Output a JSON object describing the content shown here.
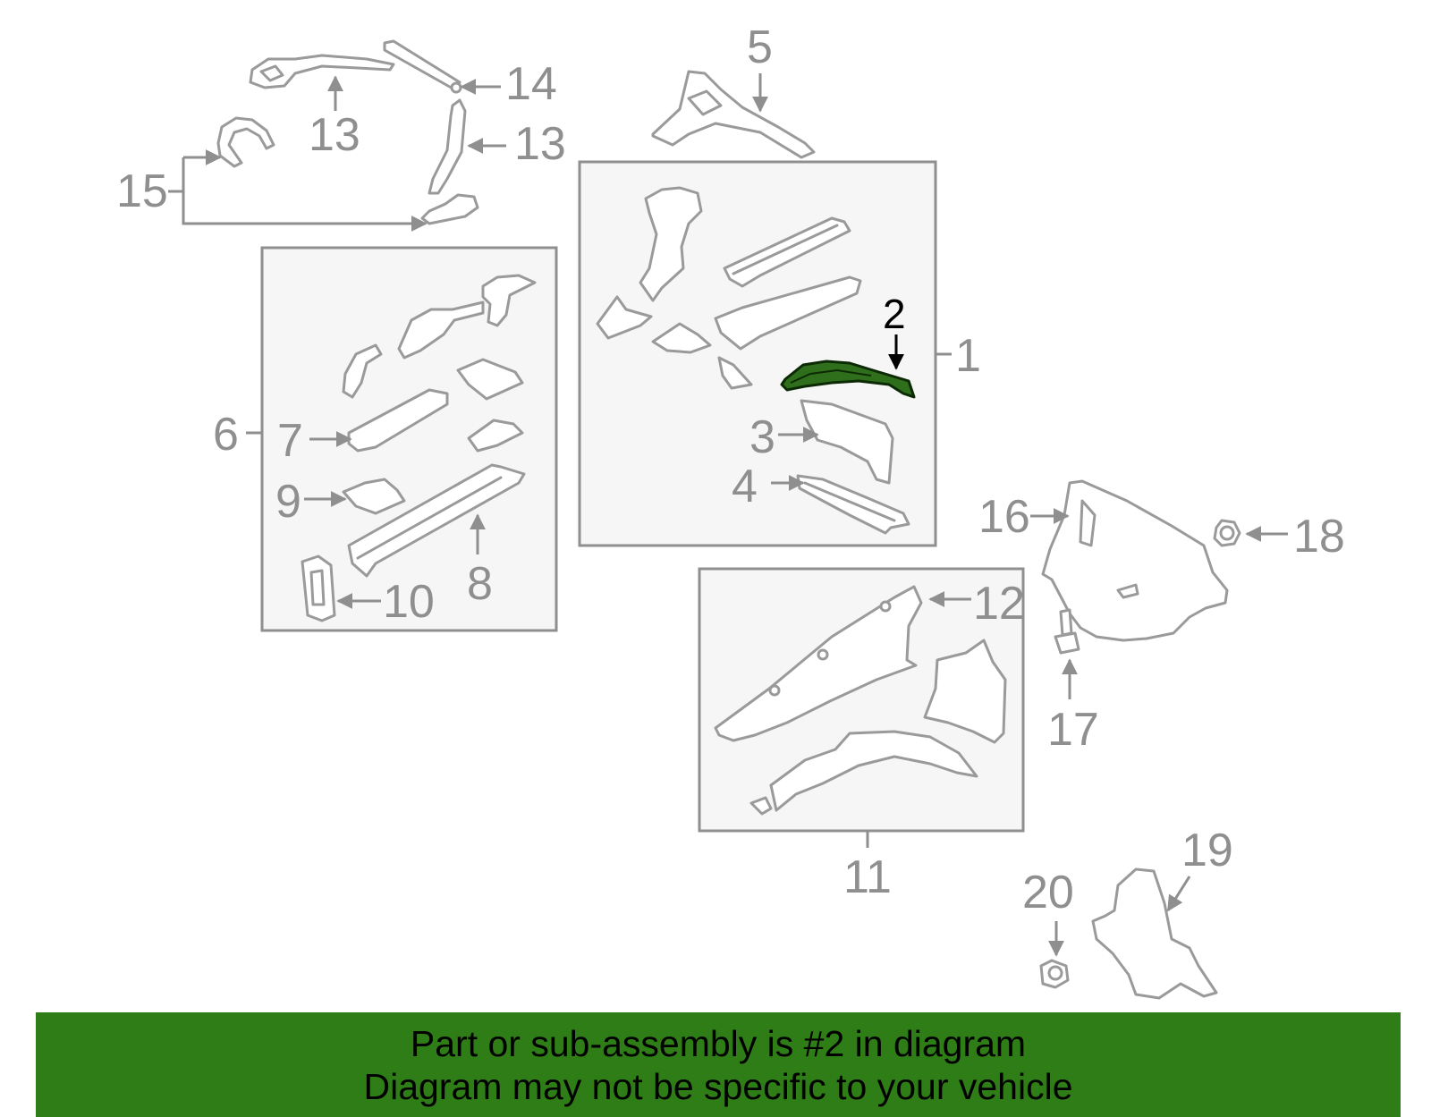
{
  "callouts": {
    "c1": "1",
    "c2": "2",
    "c3": "3",
    "c4": "4",
    "c5": "5",
    "c6": "6",
    "c7": "7",
    "c8": "8",
    "c9": "9",
    "c10": "10",
    "c11": "11",
    "c12": "12",
    "c13a": "13",
    "c13b": "13",
    "c14": "14",
    "c15": "15",
    "c16": "16",
    "c17": "17",
    "c18": "18",
    "c19": "19",
    "c20": "20"
  },
  "highlight": {
    "part": "2",
    "color": "#2e7d16"
  },
  "banner": {
    "line1": "Part or sub-assembly is #2 in diagram",
    "line2": "Diagram may not be specific to your vehicle",
    "background": "#2e7d16"
  }
}
